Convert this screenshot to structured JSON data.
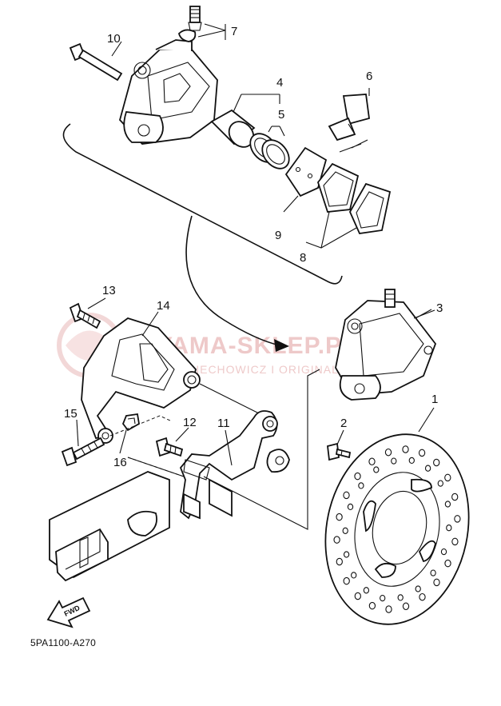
{
  "callouts": {
    "c1": "1",
    "c2": "2",
    "c3": "3",
    "c4": "4",
    "c5": "5",
    "c6": "6",
    "c7": "7",
    "c8": "8",
    "c9": "9",
    "c10": "10",
    "c11": "11",
    "c12": "12",
    "c13": "13",
    "c14": "14",
    "c15": "15",
    "c16": "16"
  },
  "fwd_label": "FWD",
  "diagram_code": "5PA1100-A270",
  "watermark": {
    "main": "YAMA-SKLEP.PL",
    "sub": "WÓJCIECHOWICZ I ORIGINAL YAMAHA"
  },
  "colors": {
    "ink": "#111111",
    "watermark": "#e9b8b8",
    "background": "#ffffff"
  },
  "icons": [
    "fwd-arrow-icon",
    "watermark-logo-icon"
  ]
}
